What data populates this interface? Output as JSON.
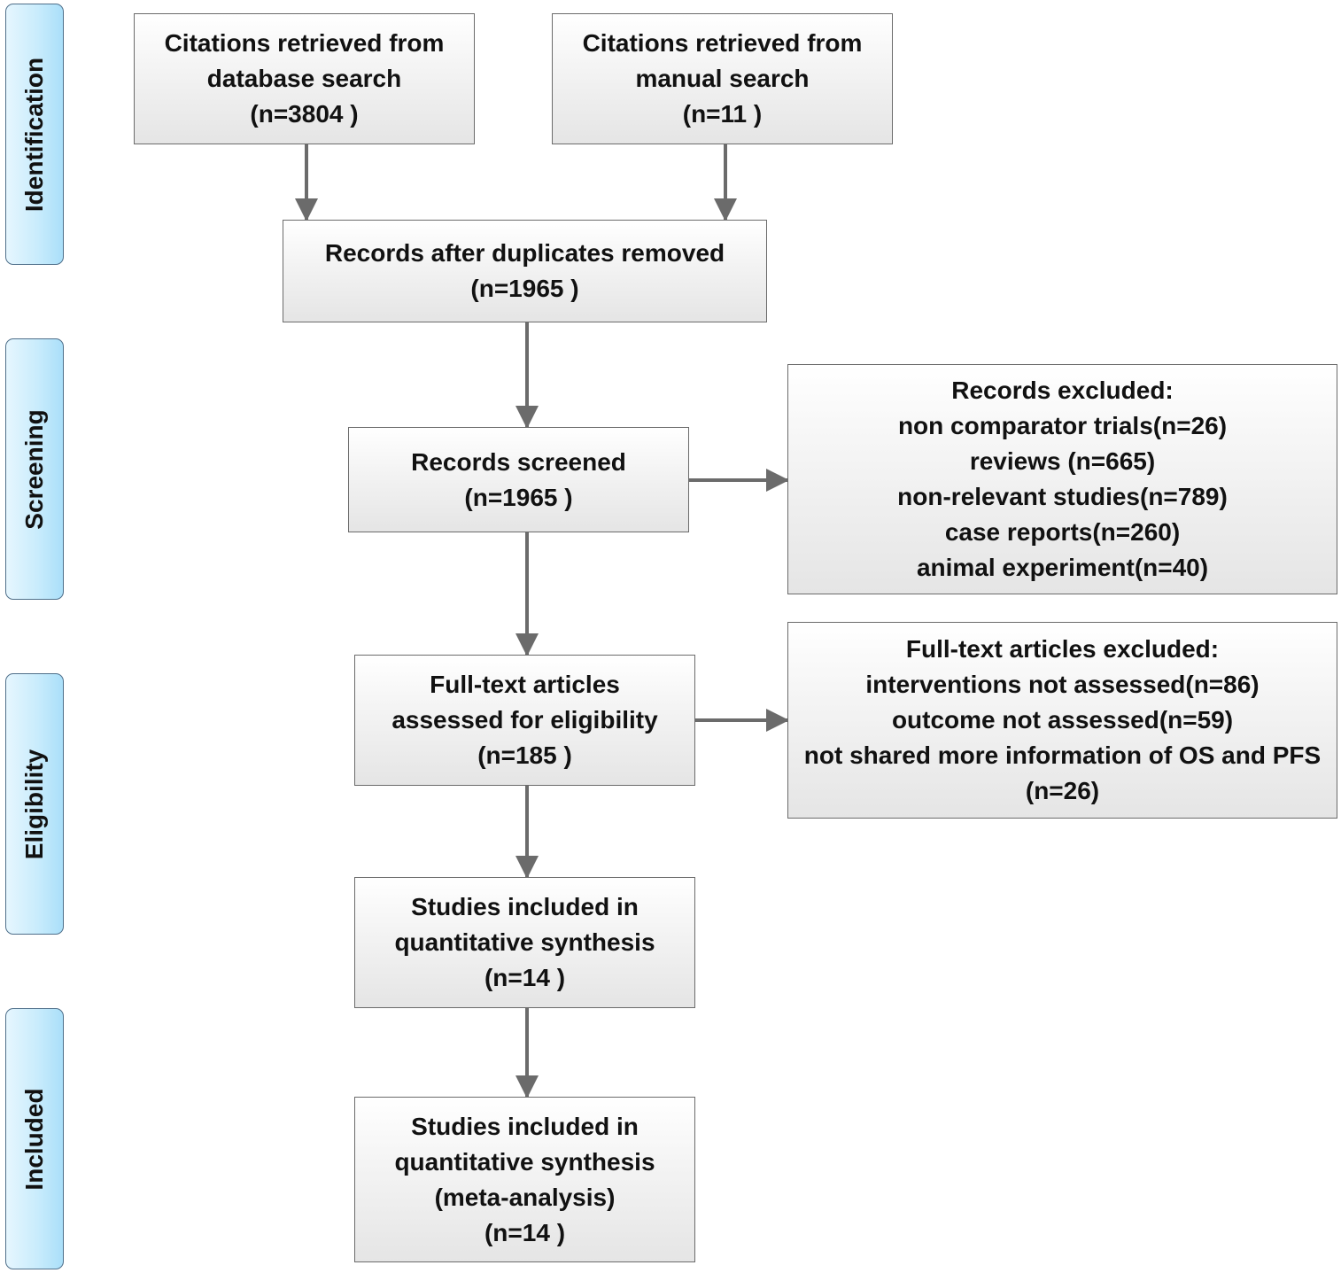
{
  "stages": [
    {
      "label": "Identification"
    },
    {
      "label": "Screening"
    },
    {
      "label": "Eligibility"
    },
    {
      "label": "Included"
    }
  ],
  "boxes": {
    "database_search": {
      "lines": [
        "Citations retrieved from",
        "database search",
        "(n=3804 )"
      ]
    },
    "manual_search": {
      "lines": [
        "Citations retrieved from",
        "manual search",
        "(n=11 )"
      ]
    },
    "duplicates_removed": {
      "lines": [
        "Records after duplicates removed",
        "(n=1965 )"
      ]
    },
    "records_screened": {
      "lines": [
        "Records screened",
        "(n=1965 )"
      ]
    },
    "records_excluded": {
      "lines": [
        "Records excluded:",
        "non comparator trials(n=26)",
        "reviews  (n=665)",
        "non-relevant studies(n=789)",
        "case reports(n=260)",
        "animal experiment(n=40)"
      ]
    },
    "fulltext_assessed": {
      "lines": [
        "Full-text articles",
        "assessed for eligibility",
        "(n=185 )"
      ]
    },
    "fulltext_excluded": {
      "lines": [
        "Full-text articles excluded:",
        "interventions not assessed(n=86)",
        "outcome not assessed(n=59)",
        "not shared more information of OS and PFS",
        "(n=26)"
      ]
    },
    "quantitative_synthesis": {
      "lines": [
        "Studies included in",
        "quantitative synthesis",
        "(n=14 )"
      ]
    },
    "meta_analysis": {
      "lines": [
        "Studies included in",
        "quantitative synthesis",
        "(meta-analysis)",
        "(n=14 )"
      ]
    }
  },
  "colors": {
    "arrow": "#6b6b6b",
    "stage_fill": "#c9ecfc",
    "box_border": "#6b6b6b"
  }
}
